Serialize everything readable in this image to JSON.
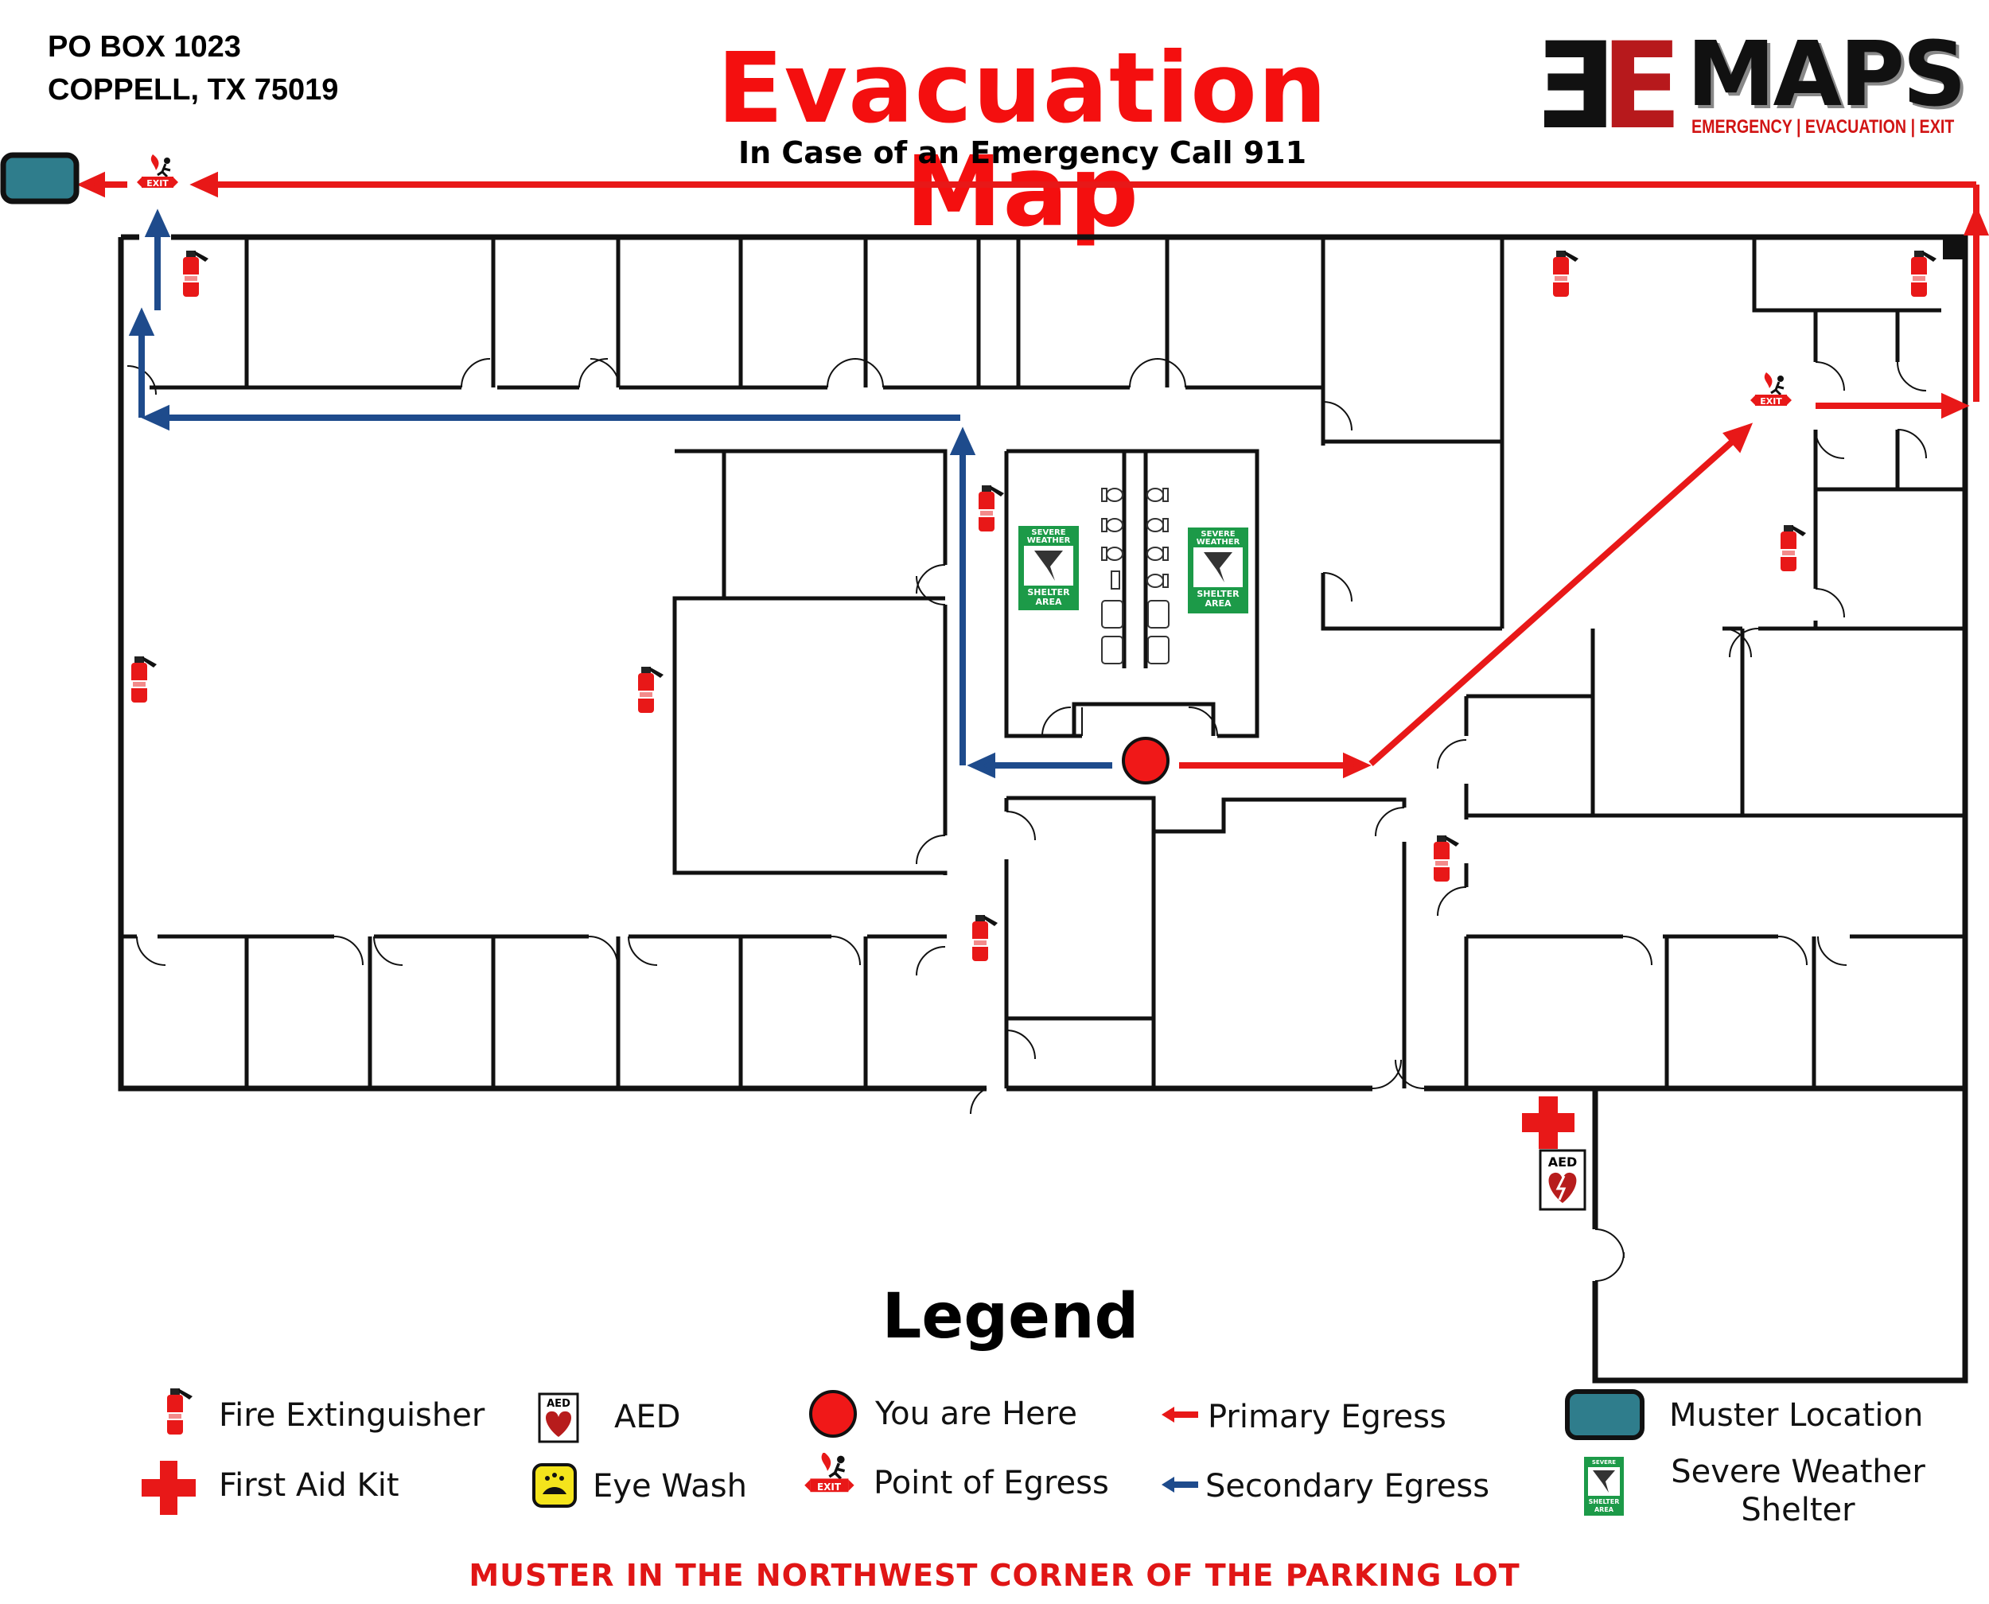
{
  "header": {
    "address_line1": "PO BOX 1023",
    "address_line2": "COPPELL, TX 75019",
    "title": "Evacuation Map",
    "subtitle": "In Case of an Emergency Call 911"
  },
  "logo": {
    "letters": "MAPS",
    "tagline": "EMERGENCY | EVACUATION | EXIT"
  },
  "map_labels": {
    "exit_sign": "EXIT",
    "aed_sign": "AED",
    "shelter_line1": "SEVERE",
    "shelter_line2": "WEATHER",
    "shelter_line3": "SHELTER",
    "shelter_line4": "AREA"
  },
  "legend": {
    "title": "Legend",
    "items": [
      {
        "label": "Fire Extinguisher",
        "icon": "fire-extinguisher-icon"
      },
      {
        "label": "First Aid Kit",
        "icon": "first-aid-icon"
      },
      {
        "label": "AED",
        "icon": "aed-icon"
      },
      {
        "label": "Eye Wash",
        "icon": "eye-wash-icon"
      },
      {
        "label": "You are Here",
        "icon": "you-are-here-icon"
      },
      {
        "label": "Point of Egress",
        "icon": "exit-sign-icon"
      },
      {
        "label": "Primary Egress",
        "icon": "primary-egress-arrow-icon"
      },
      {
        "label": "Secondary Egress",
        "icon": "secondary-egress-arrow-icon"
      },
      {
        "label": "Muster Location",
        "icon": "muster-location-icon"
      },
      {
        "label": "Severe Weather Shelter",
        "icon": "severe-weather-shelter-icon"
      }
    ]
  },
  "footer": "MUSTER IN THE NORTHWEST CORNER OF THE PARKING LOT",
  "colors": {
    "primary_egress": "#e81818",
    "secondary_egress": "#1e4b8c",
    "muster": "#2f7d8c",
    "shelter_green": "#1c9a48"
  }
}
